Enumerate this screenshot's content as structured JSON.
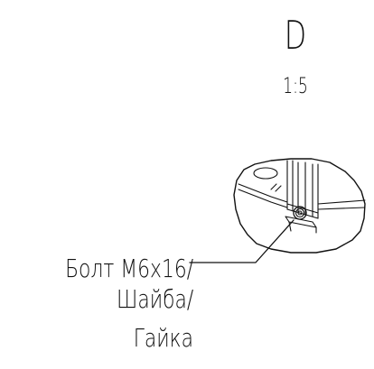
{
  "view": {
    "letter": "D",
    "scale": "1:5"
  },
  "callout": {
    "line1": "Болт M6x16/",
    "line2": "Шайба/",
    "line3": "Гайка"
  }
}
